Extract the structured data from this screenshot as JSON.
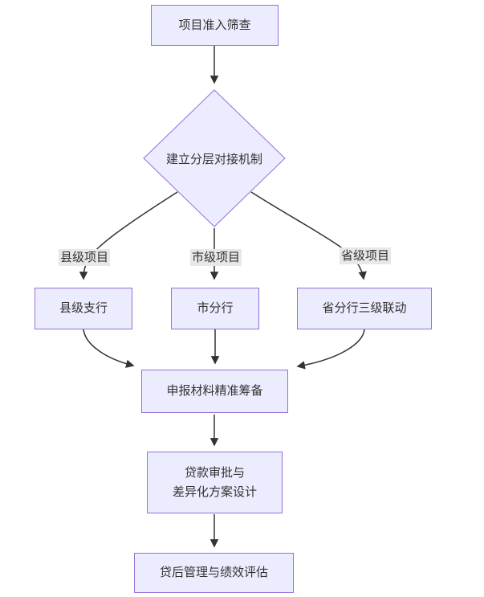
{
  "diagram": {
    "type": "flowchart",
    "direction": "top-down",
    "nodes": {
      "screening": "项目准入筛查",
      "mechanism": "建立分层对接机制",
      "county_branch": "县级支行",
      "city_branch": "市分行",
      "province_branch": "省分行三级联动",
      "materials": "申报材料精准筹备",
      "approval": "贷款审批与\n差异化方案设计",
      "post_loan": "贷后管理与绩效评估"
    },
    "edge_labels": {
      "county": "县级项目",
      "city": "市级项目",
      "province": "省级项目"
    },
    "edges": [
      {
        "from": "screening",
        "to": "mechanism"
      },
      {
        "from": "mechanism",
        "to": "county_branch",
        "label": "县级项目"
      },
      {
        "from": "mechanism",
        "to": "city_branch",
        "label": "市级项目"
      },
      {
        "from": "mechanism",
        "to": "province_branch",
        "label": "省级项目"
      },
      {
        "from": "county_branch",
        "to": "materials"
      },
      {
        "from": "city_branch",
        "to": "materials"
      },
      {
        "from": "province_branch",
        "to": "materials"
      },
      {
        "from": "materials",
        "to": "approval"
      },
      {
        "from": "approval",
        "to": "post_loan"
      }
    ],
    "colors": {
      "node_fill": "#ECECFF",
      "node_border": "#9370DB",
      "edge_line": "#333333",
      "edge_label_bg": "#e8e8e8",
      "text": "#333333",
      "background": "#ffffff"
    }
  }
}
